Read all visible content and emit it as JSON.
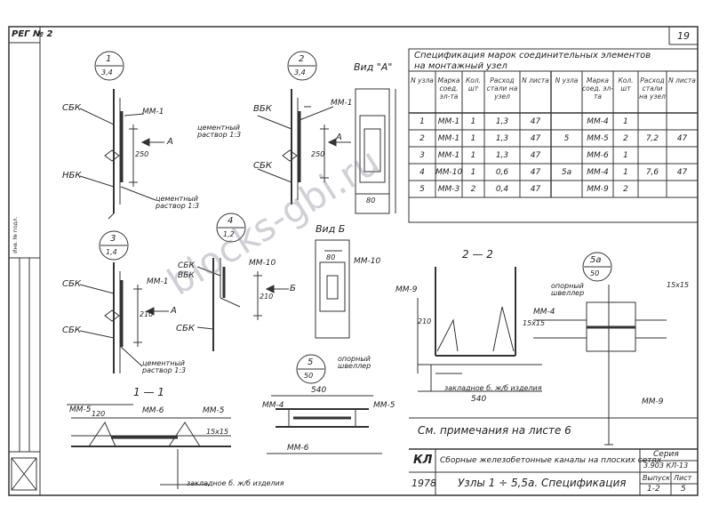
{
  "sheet": {
    "sheet_number": "19",
    "stamp": "РЕГ № 2",
    "watermark": "blocks-gbi.ru"
  },
  "spec": {
    "title_line1": "Спецификация марок соединительных элементов",
    "title_line2": "на монтажный узел",
    "headers_left": [
      "N узла",
      "Марка соед. эл-та",
      "Кол. шт",
      "Расход стали на узел",
      "N листа"
    ],
    "headers_right": [
      "N узла",
      "Марка соед. эл-та",
      "Кол. шт",
      "Расход стали на узел",
      "N листа"
    ],
    "rows_left": [
      [
        "1",
        "ММ-1",
        "1",
        "1,3",
        "47"
      ],
      [
        "2",
        "ММ-1",
        "1",
        "1,3",
        "47"
      ],
      [
        "3",
        "ММ-1",
        "1",
        "1,3",
        "47"
      ],
      [
        "4",
        "ММ-10",
        "1",
        "0,6",
        "47"
      ],
      [
        "5",
        "ММ-3",
        "2",
        "0,4",
        "47"
      ]
    ],
    "rows_right": [
      [
        "",
        "ММ-4",
        "1",
        "",
        ""
      ],
      [
        "5",
        "ММ-5",
        "2",
        "7,2",
        "47"
      ],
      [
        "",
        "ММ-6",
        "1",
        "",
        ""
      ],
      [
        "5а",
        "ММ-4",
        "1",
        "7,6",
        "47"
      ],
      [
        "",
        "ММ-9",
        "2",
        "",
        ""
      ]
    ]
  },
  "nodes": {
    "n1_num": "1",
    "n1_sheet": "3,4",
    "n2_num": "2",
    "n2_sheet": "3,4",
    "n3_num": "3",
    "n3_sheet": "1,4",
    "n4_num": "4",
    "n4_sheet": "1,2",
    "n5_num": "5",
    "n5_sheet": "50",
    "n5a_num": "5а",
    "n5a_sheet": "50"
  },
  "labels": {
    "sbk": "СБК",
    "nbk": "НБК",
    "vbk": "ВБК",
    "mm1": "ММ-1",
    "mm3": "ММ-3",
    "mm4": "ММ-4",
    "mm5": "ММ-5",
    "mm6": "ММ-6",
    "mm9": "ММ-9",
    "mm10": "ММ-10",
    "cement": "цементный раствор 1:3",
    "vid_a": "Вид \"А\"",
    "vid_b": "Вид Б",
    "arrow_a": "А",
    "arrow_b": "Б",
    "sec_11": "1 — 1",
    "sec_22": "2 — 2",
    "dim_210": "210",
    "dim_250": "250",
    "dim_80": "80",
    "dim_540": "540",
    "dim_120": "120",
    "dim_15": "15",
    "weld": "15x15",
    "channel": "опорный швеллер",
    "embed": "закладное б. ж/б изделия",
    "note": "См. примечания на листе 6"
  },
  "titleblock": {
    "kl": "КЛ",
    "desc": "Сборные железобетонные каналы на плоских сетях",
    "year": "1978",
    "subject": "Узлы 1 ÷ 5,5а. Спецификация",
    "series_label": "Серия",
    "series_value": "3.903 КЛ-13",
    "issue_label": "Выпуск",
    "issue_value": "1-2",
    "sheet_label": "Лист",
    "sheet_value": "5"
  }
}
